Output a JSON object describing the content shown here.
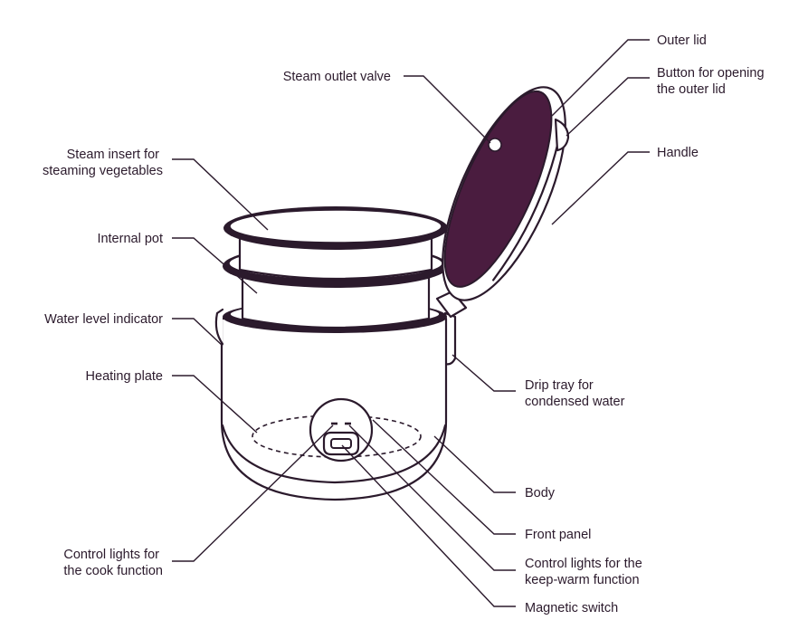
{
  "colors": {
    "ink": "#2b1a2c",
    "lid_fill": "#4a1c3f",
    "background": "#ffffff"
  },
  "labels": {
    "outer_lid": [
      "Outer lid"
    ],
    "button_outer_lid": [
      "Button for opening",
      "the outer lid"
    ],
    "handle": [
      "Handle"
    ],
    "steam_outlet_valve": [
      "Steam outlet valve"
    ],
    "steam_insert": [
      "Steam insert for",
      "steaming vegetables"
    ],
    "internal_pot": [
      "Internal pot"
    ],
    "water_level_indicator": [
      "Water level indicator"
    ],
    "heating_plate": [
      "Heating plate"
    ],
    "drip_tray": [
      "Drip tray for",
      "condensed water"
    ],
    "body": [
      "Body"
    ],
    "front_panel": [
      "Front panel"
    ],
    "control_lights_keep_warm": [
      "Control lights for the",
      "keep-warm function"
    ],
    "control_lights_cook": [
      "Control lights for",
      "the cook function"
    ],
    "magnetic_switch": [
      "Magnetic switch"
    ]
  }
}
